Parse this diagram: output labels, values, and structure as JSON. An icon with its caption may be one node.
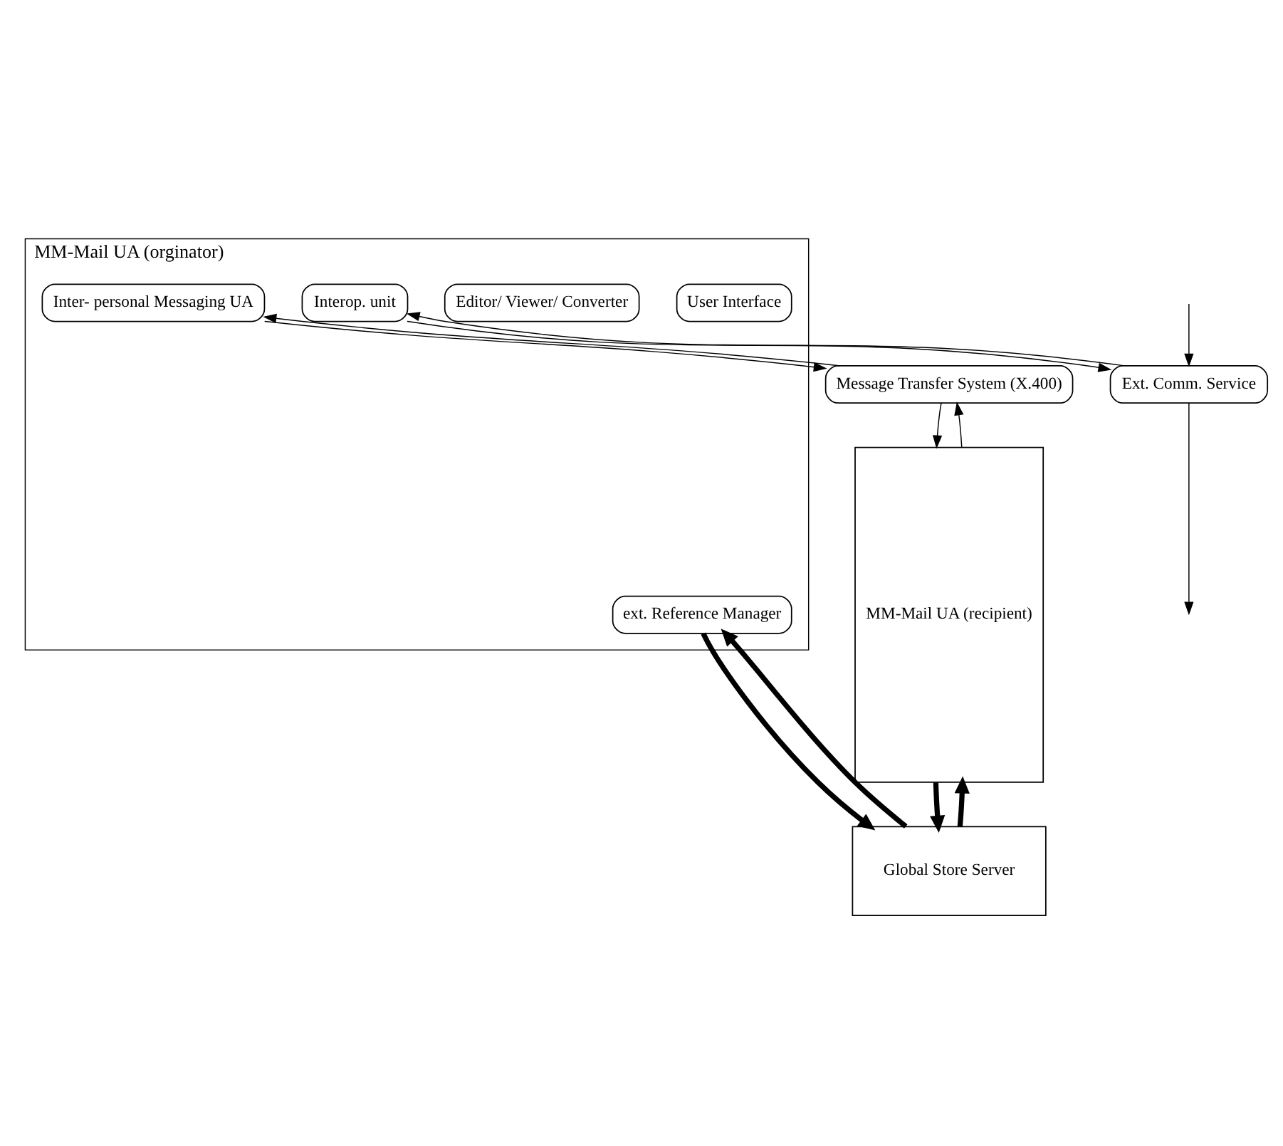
{
  "diagram": {
    "nodes": [
      {
        "text": [
          "MM-Mail UA (orginator)"
        ]
      },
      {
        "text": [
          "User Interface"
        ],
        "in": 0
      },
      {
        "text": [
          "Editor/ Viewer/ Converter"
        ],
        "in": 0
      },
      {
        "text": [
          "Inter- personal Messaging UA"
        ],
        "in": 0
      },
      {
        "text": [
          "Interop. unit"
        ],
        "in": 0
      },
      {
        "text": [
          "ext. Reference Manager"
        ],
        "in": 0
      },
      {
        "text": [
          "Message Transfer System (X.400)"
        ]
      },
      {
        "text": [
          "MM-Mail UA (recipient)"
        ]
      },
      {
        "text": [
          "Ext. Comm. Service"
        ]
      },
      {
        "text": [
          "Global Store Server"
        ]
      }
    ],
    "edges": [
      {
        "from": 3,
        "to": 6,
        "arrow": "to"
      },
      {
        "from": 6,
        "to": 3,
        "arrow": "to"
      },
      {
        "from": 6,
        "to": 7,
        "arrow": "to"
      },
      {
        "from": 7,
        "to": 6,
        "arrow": "to"
      },
      {
        "from": 4,
        "to": 8,
        "arrow": "to"
      },
      {
        "from": 8,
        "to": 4,
        "arrow": "to"
      },
      {
        "from": 8,
        "to": null,
        "arrow": "to"
      },
      {
        "from": null,
        "to": 8,
        "arrow": "to"
      },
      {
        "from": 5,
        "to": 9,
        "arrow": "to",
        "style": "thick"
      },
      {
        "from": 9,
        "to": 5,
        "arrow": "to",
        "style": "thick"
      },
      {
        "from": 7,
        "to": 9,
        "arrow": "to",
        "style": "thick"
      },
      {
        "from": 9,
        "to": 7,
        "arrow": "to",
        "style": "thick"
      }
    ]
  }
}
